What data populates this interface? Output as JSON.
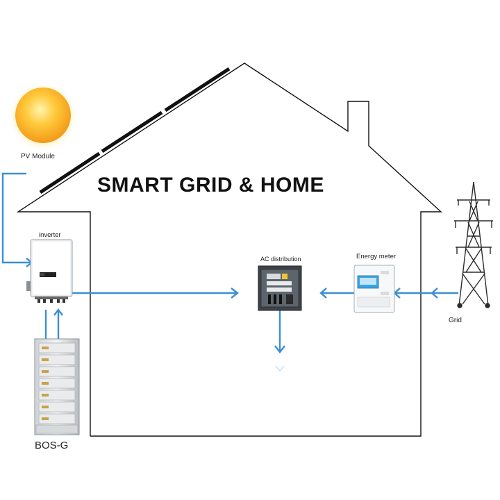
{
  "title": "SMART GRID &  HOME",
  "labels": {
    "pv_module": "PV Module",
    "inverter": "inverter",
    "ac_distribution": "AC distribution",
    "energy_meter": "Energy meter",
    "grid": "Grid",
    "battery": "BOS-G"
  },
  "colors": {
    "flow": "#3b8fd4",
    "outline": "#111111",
    "sun": "#f6b52a"
  },
  "icons": [
    "sun-icon",
    "solar-panel-icon",
    "inverter-icon",
    "ac-distribution-box-icon",
    "energy-meter-icon",
    "transmission-tower-icon",
    "battery-rack-icon"
  ]
}
